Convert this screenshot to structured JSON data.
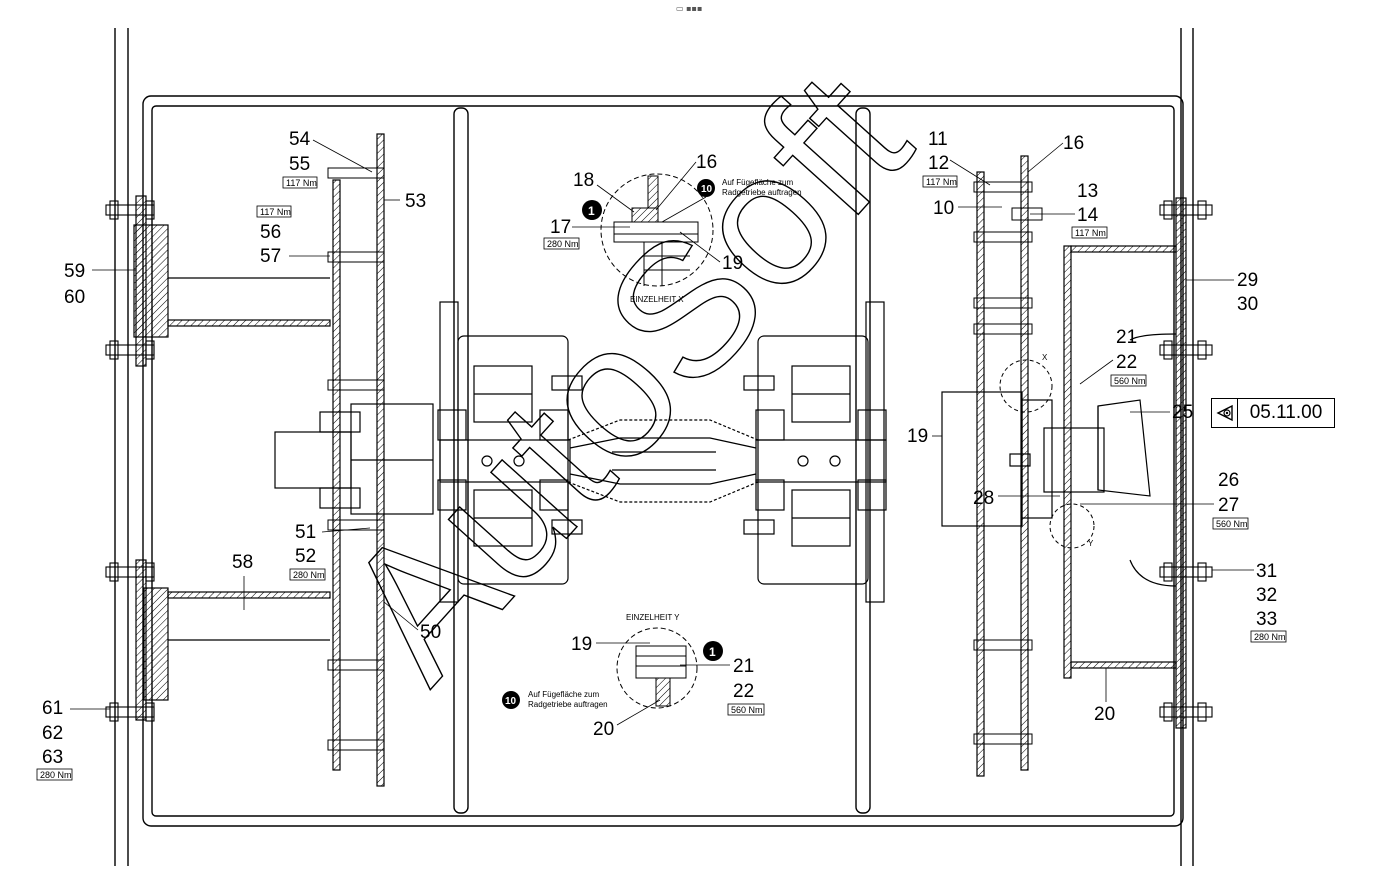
{
  "toolbar": {
    "indicator": "▭ ▪▪▪"
  },
  "watermark": "AutoSoft",
  "reference": {
    "label": "05.11.00",
    "icon": "eye-triangle-icon"
  },
  "detail_x": {
    "title": "EINZELHEIT X",
    "note": [
      "Auf Fügefläche zum",
      "Radgetriebe auftragen"
    ],
    "note_badge": "10",
    "badge": "1",
    "callouts": [
      "16",
      "18",
      "17",
      "19"
    ],
    "torque": "280 Nm"
  },
  "detail_y": {
    "title": "EINZELHEIT Y",
    "note": [
      "Auf Fügefläche zum",
      "Radgetriebe auftragen"
    ],
    "note_badge": "10",
    "badge": "1",
    "callouts": [
      "19",
      "21",
      "22",
      "20"
    ],
    "torque": "560 Nm"
  },
  "markers": {
    "x": "X",
    "y": "Y"
  },
  "left_callouts": {
    "c54": "54",
    "c55": "55",
    "t55": "117 Nm",
    "t56": "117 Nm",
    "c56": "56",
    "c57": "57",
    "c53": "53",
    "c59": "59",
    "c60": "60",
    "c51": "51",
    "c52": "52",
    "t52": "280 Nm",
    "c58": "58",
    "c50": "50",
    "c61": "61",
    "c62": "62",
    "c63": "63",
    "t63": "280 Nm"
  },
  "right_callouts": {
    "c11": "11",
    "c12": "12",
    "t12": "117 Nm",
    "c16": "16",
    "c10": "10",
    "c13": "13",
    "c14": "14",
    "t14": "117 Nm",
    "c29": "29",
    "c30": "30",
    "c21": "21",
    "c22": "22",
    "t22": "560 Nm",
    "c25": "25",
    "c19": "19",
    "c26": "26",
    "c27": "27",
    "t27": "560 Nm",
    "c28": "28",
    "c31": "31",
    "c32": "32",
    "c33": "33",
    "t33": "280 Nm",
    "c20": "20"
  }
}
